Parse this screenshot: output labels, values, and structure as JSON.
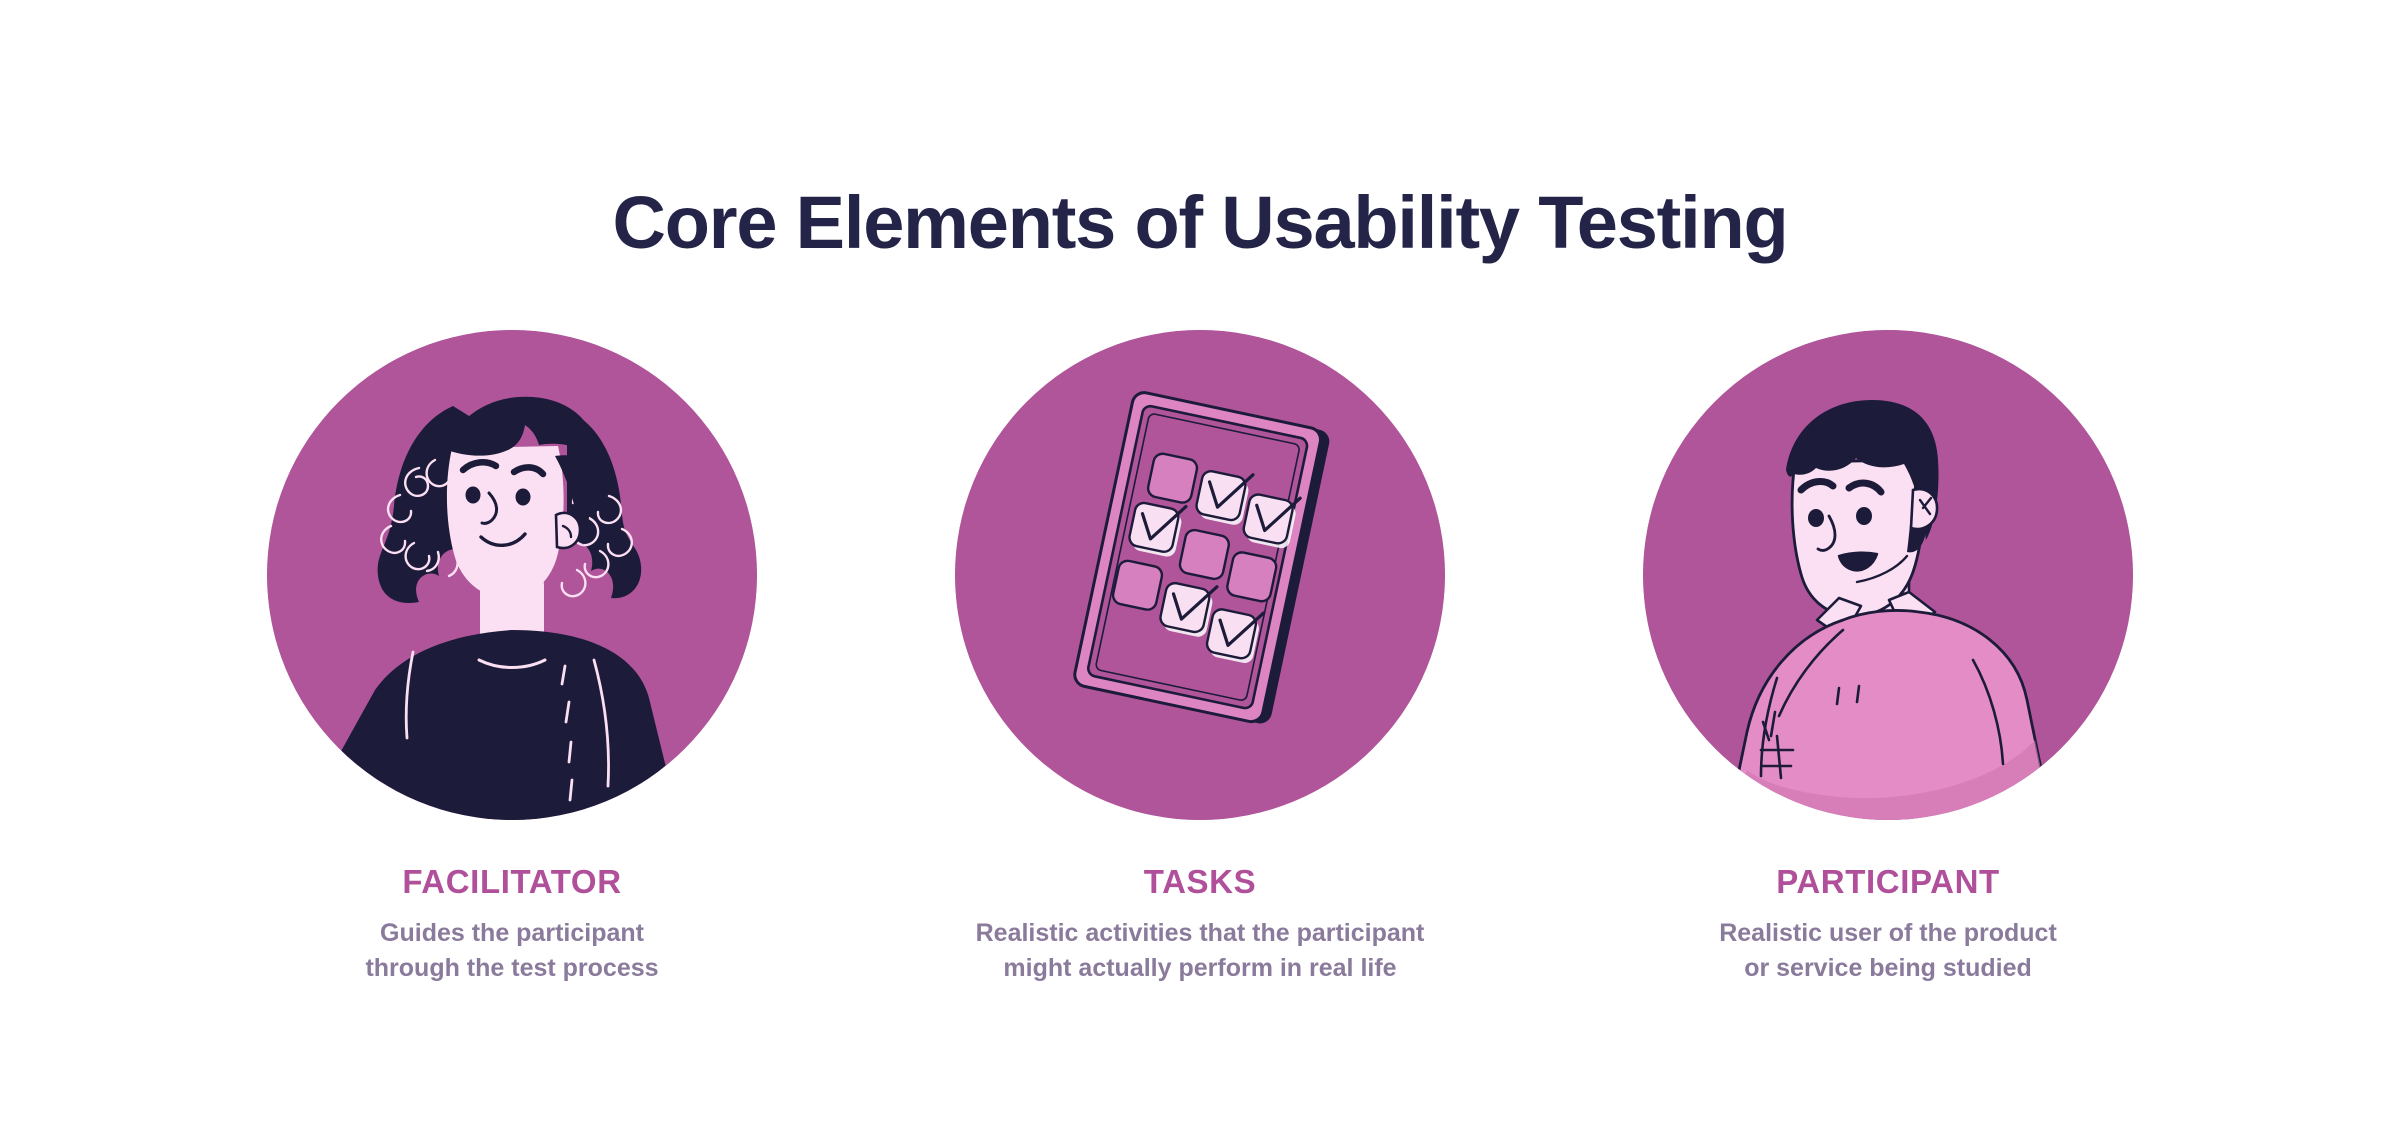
{
  "page": {
    "background_color": "#ffffff",
    "title": "Core Elements of Usability Testing",
    "title_color": "#232448"
  },
  "theme": {
    "circle_bg": "#b0559a",
    "label_color": "#b0509a",
    "desc_color": "#8a7a9b",
    "ink_dark": "#1c1b3a",
    "skin_light": "#fbdff2",
    "shirt_pink": "#e48cc6",
    "board_pink": "#dd85c2",
    "check_fill": "#f8dff2"
  },
  "cards": [
    {
      "label": "FACILITATOR",
      "desc_line1": "Guides the participant",
      "desc_line2": "through the test process",
      "illustration": "facilitator-woman-illustration"
    },
    {
      "label": "TASKS",
      "desc_line1": "Realistic activities that the participant",
      "desc_line2": "might actually perform in real life",
      "illustration": "checklist-board-illustration"
    },
    {
      "label": "PARTICIPANT",
      "desc_line1": "Realistic user of the product",
      "desc_line2": "or service being studied",
      "illustration": "participant-man-illustration"
    }
  ],
  "checklist": {
    "rows": 3,
    "columns": 3,
    "states": [
      [
        "unchecked",
        "checked",
        "checked"
      ],
      [
        "checked",
        "unchecked",
        "unchecked"
      ],
      [
        "unchecked",
        "checked",
        "checked"
      ]
    ],
    "checked_count": 5,
    "unchecked_count": 4
  }
}
